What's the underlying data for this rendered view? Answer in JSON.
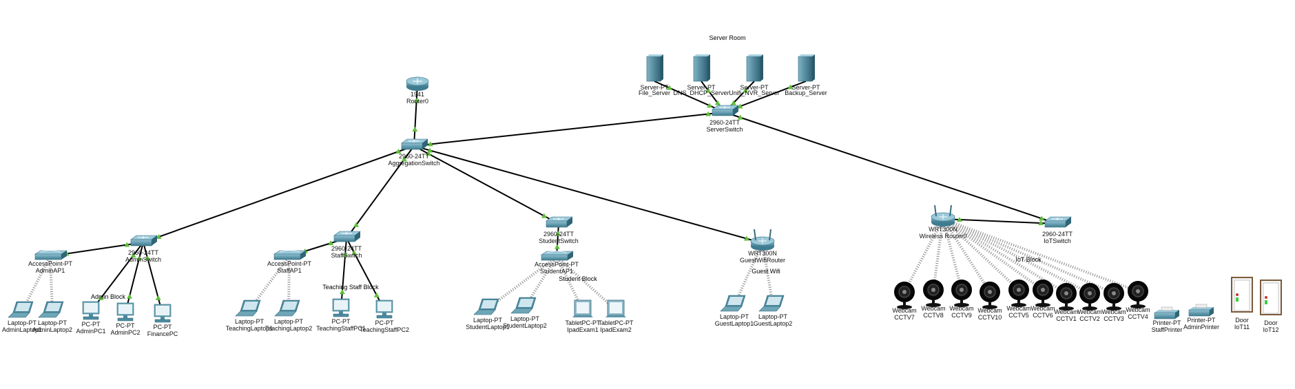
{
  "areas": {
    "server_room": "Server Room",
    "admin_block": "Admin Block",
    "teaching_block": "Teaching Staff Block",
    "student_block": "Student Block",
    "guest_wifi": "Guest Wifi",
    "iot_block": "IoT Block"
  },
  "devices": {
    "router0": {
      "type": "1941",
      "name": "Router0",
      "kind": "router"
    },
    "agg": {
      "type": "2960-24TT",
      "name": "AggregationSwitch",
      "kind": "switch"
    },
    "srvsw": {
      "type": "2960-24TT",
      "name": "ServerSwitch",
      "kind": "switch"
    },
    "fileSrv": {
      "type": "Server-PT",
      "name": "File_Server",
      "kind": "server"
    },
    "dnsSrv": {
      "type": "Server-PT",
      "name": "DNS_DHCP_Server",
      "kind": "server"
    },
    "nvrSrv": {
      "type": "Server-PT",
      "name": "Unifi_NVR_Server",
      "kind": "server"
    },
    "bkpSrv": {
      "type": "Server-PT",
      "name": "Backup_Server",
      "kind": "server"
    },
    "adminsw": {
      "type": "2960-24TT",
      "name": "AdminSwitch",
      "kind": "switch"
    },
    "adminap": {
      "type": "AccessPoint-PT",
      "name": "AdminAP1",
      "kind": "ap"
    },
    "al1": {
      "type": "Laptop-PT",
      "name": "AdminLaptop1",
      "kind": "laptop"
    },
    "al2": {
      "type": "Laptop-PT",
      "name": "AdminLaptop2",
      "kind": "laptop"
    },
    "apc1": {
      "type": "PC-PT",
      "name": "AdminPC1",
      "kind": "pc"
    },
    "apc2": {
      "type": "PC-PT",
      "name": "AdminPC2",
      "kind": "pc"
    },
    "fpc": {
      "type": "PC-PT",
      "name": "FinancePC",
      "kind": "pc"
    },
    "staffsw": {
      "type": "2960-24TT",
      "name": "StaffSwitch",
      "kind": "switch"
    },
    "staffap": {
      "type": "AccessPoint-PT",
      "name": "StaffAP1",
      "kind": "ap"
    },
    "tl1": {
      "type": "Laptop-PT",
      "name": "TeachingLaptop1",
      "kind": "laptop"
    },
    "tl2": {
      "type": "Laptop-PT",
      "name": "TeachingLaptop2",
      "kind": "laptop"
    },
    "tpc1": {
      "type": "PC-PT",
      "name": "TeachingStaffPC1",
      "kind": "pc"
    },
    "tpc2": {
      "type": "PC-PT",
      "name": "TeachingStaffPC2",
      "kind": "pc"
    },
    "studsw": {
      "type": "2960-24TT",
      "name": "StudentSwitch",
      "kind": "switch"
    },
    "studap": {
      "type": "AccessPoint-PT",
      "name": "StudentAP1",
      "kind": "ap"
    },
    "sl1": {
      "type": "Laptop-PT",
      "name": "StudentLaptop1",
      "kind": "laptop"
    },
    "sl2": {
      "type": "Laptop-PT",
      "name": "StudentLaptop2",
      "kind": "laptop"
    },
    "ipad1": {
      "type": "TabletPC-PT",
      "name": "IpadExam1",
      "kind": "tablet"
    },
    "ipad2": {
      "type": "TabletPC-PT",
      "name": "IpadExam2",
      "kind": "tablet"
    },
    "guestr": {
      "type": "WRT300N",
      "name": "GuestWifiRouter",
      "kind": "wrouter"
    },
    "gl1": {
      "type": "Laptop-PT",
      "name": "GuestLaptop1",
      "kind": "laptop"
    },
    "gl2": {
      "type": "Laptop-PT",
      "name": "GuestLaptop2",
      "kind": "laptop"
    },
    "wr0": {
      "type": "WRT300N",
      "name": "Wireless Router0",
      "kind": "wrouter"
    },
    "iotsw": {
      "type": "2960-24TT",
      "name": "IoTSwitch",
      "kind": "switch"
    },
    "c7": {
      "type": "Webcam",
      "name": "CCTV7",
      "kind": "cam"
    },
    "c8": {
      "type": "Webcam",
      "name": "CCTV8",
      "kind": "cam"
    },
    "c9": {
      "type": "Webcam",
      "name": "CCTV9",
      "kind": "cam"
    },
    "c10": {
      "type": "Webcam",
      "name": "CCTV10",
      "kind": "cam"
    },
    "c5": {
      "type": "Webcam",
      "name": "CCTV5",
      "kind": "cam"
    },
    "c6": {
      "type": "Webcam",
      "name": "CCTV6",
      "kind": "cam"
    },
    "c1": {
      "type": "Webcam",
      "name": "CCTV1",
      "kind": "cam"
    },
    "c2": {
      "type": "Webcam",
      "name": "CCTV2",
      "kind": "cam"
    },
    "c3": {
      "type": "Webcam",
      "name": "CCTV3",
      "kind": "cam"
    },
    "c4": {
      "type": "Webcam",
      "name": "CCTV4",
      "kind": "cam"
    },
    "pr1": {
      "type": "Printer-PT",
      "name": "StaffPrinter",
      "kind": "printer"
    },
    "pr2": {
      "type": "Printer-PT",
      "name": "AdminPrinter",
      "kind": "printer"
    },
    "d11": {
      "type": "Door",
      "name": "IoT11",
      "kind": "door"
    },
    "d12": {
      "type": "Door",
      "name": "IoT12",
      "kind": "door"
    }
  },
  "links": [
    {
      "from": "agg",
      "to": "router0",
      "type": "wired"
    },
    {
      "from": "agg",
      "to": "srvsw",
      "type": "wired"
    },
    {
      "from": "srvsw",
      "to": "fileSrv",
      "type": "wired"
    },
    {
      "from": "srvsw",
      "to": "dnsSrv",
      "type": "wired"
    },
    {
      "from": "srvsw",
      "to": "nvrSrv",
      "type": "wired"
    },
    {
      "from": "srvsw",
      "to": "bkpSrv",
      "type": "wired"
    },
    {
      "from": "srvsw",
      "to": "iotsw",
      "type": "wired"
    },
    {
      "from": "agg",
      "to": "adminsw",
      "type": "wired"
    },
    {
      "from": "agg",
      "to": "staffsw",
      "type": "wired"
    },
    {
      "from": "agg",
      "to": "studsw",
      "type": "wired"
    },
    {
      "from": "agg",
      "to": "guestr",
      "type": "wired"
    },
    {
      "from": "adminsw",
      "to": "adminap",
      "type": "wired"
    },
    {
      "from": "adminsw",
      "to": "apc1",
      "type": "wired"
    },
    {
      "from": "adminsw",
      "to": "apc2",
      "type": "wired"
    },
    {
      "from": "adminsw",
      "to": "fpc",
      "type": "wired"
    },
    {
      "from": "staffsw",
      "to": "staffap",
      "type": "wired"
    },
    {
      "from": "staffsw",
      "to": "tpc1",
      "type": "wired"
    },
    {
      "from": "staffsw",
      "to": "tpc2",
      "type": "wired"
    },
    {
      "from": "studsw",
      "to": "studap",
      "type": "wired"
    },
    {
      "from": "wr0",
      "to": "iotsw",
      "type": "wired"
    },
    {
      "from": "adminap",
      "to": "al1",
      "type": "wireless"
    },
    {
      "from": "adminap",
      "to": "al2",
      "type": "wireless"
    },
    {
      "from": "staffap",
      "to": "tl1",
      "type": "wireless"
    },
    {
      "from": "staffap",
      "to": "tl2",
      "type": "wireless"
    },
    {
      "from": "studap",
      "to": "sl1",
      "type": "wireless"
    },
    {
      "from": "studap",
      "to": "sl2",
      "type": "wireless"
    },
    {
      "from": "studap",
      "to": "ipad1",
      "type": "wireless"
    },
    {
      "from": "studap",
      "to": "ipad2",
      "type": "wireless"
    },
    {
      "from": "guestr",
      "to": "gl1",
      "type": "wireless"
    },
    {
      "from": "guestr",
      "to": "gl2",
      "type": "wireless"
    },
    {
      "from": "wr0",
      "to": "c7",
      "type": "wireless"
    },
    {
      "from": "wr0",
      "to": "c8",
      "type": "wireless"
    },
    {
      "from": "wr0",
      "to": "c9",
      "type": "wireless"
    },
    {
      "from": "wr0",
      "to": "c10",
      "type": "wireless"
    },
    {
      "from": "wr0",
      "to": "c5",
      "type": "wireless"
    },
    {
      "from": "wr0",
      "to": "c6",
      "type": "wireless"
    },
    {
      "from": "wr0",
      "to": "c1",
      "type": "wireless"
    },
    {
      "from": "wr0",
      "to": "c2",
      "type": "wireless"
    },
    {
      "from": "wr0",
      "to": "c3",
      "type": "wireless"
    },
    {
      "from": "wr0",
      "to": "c4",
      "type": "wireless"
    }
  ],
  "colors": {
    "link": "#000000",
    "wireless_link": "#9a9a9a",
    "port_up": "#5fbf3a",
    "device_blue": "#5f97ab",
    "device_dark": "#356a7c"
  }
}
